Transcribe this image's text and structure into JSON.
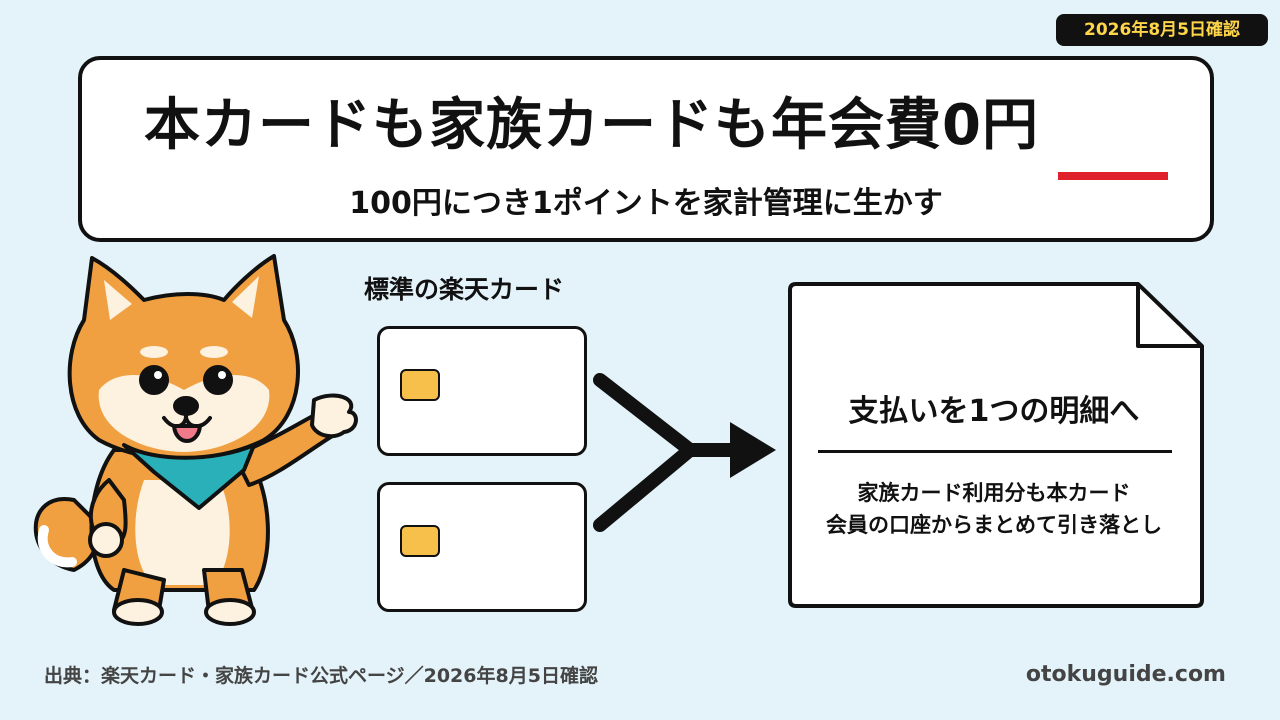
{
  "badge": {
    "date": "2026年8月5日確認"
  },
  "header": {
    "title_prefix": "本カードも家族カードも年会費",
    "title_highlight": "0円",
    "subtitle": "100円につき1ポイントを家計管理に生かす"
  },
  "cards": {
    "label": "標準の楽天カード"
  },
  "statement": {
    "title": "支払いを1つの明細へ",
    "line1": "家族カード利用分も本カード",
    "line2": "会員の口座からまとめて引き落とし"
  },
  "footer": {
    "source": "出典：楽天カード・家族カード公式ページ／2026年8月5日確認",
    "site": "otokuguide.com"
  },
  "colors": {
    "background": "#e3f3f9",
    "accent_underline": "#e0202a",
    "badge_text": "#ffd54a",
    "chip": "#f6c04a",
    "scarf": "#29b0b8",
    "dog_fur": "#f0a040"
  },
  "icons": [
    "shiba-dog-mascot",
    "credit-card-icon",
    "merge-arrow-icon",
    "document-icon"
  ]
}
